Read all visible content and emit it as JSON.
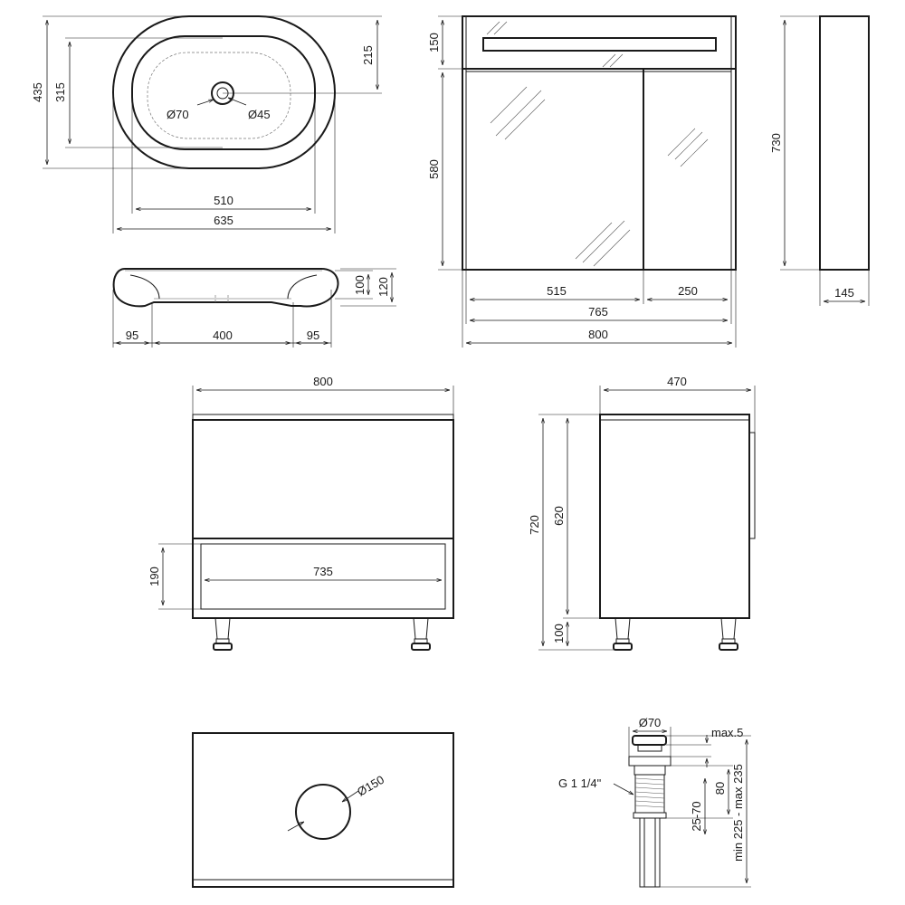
{
  "basin_top": {
    "outer_height": "435",
    "inner_height": "315",
    "half_height": "215",
    "inner_width": "510",
    "outer_width": "635",
    "overflow_diameter": "Ø70",
    "drain_diameter": "Ø45"
  },
  "basin_side": {
    "inner_height": "100",
    "outer_height": "120",
    "left_offset": "95",
    "base_width": "400",
    "right_offset": "95"
  },
  "mirror_cabinet": {
    "light_height": "150",
    "door_height": "580",
    "total_height": "730",
    "left_door": "515",
    "right_door": "250",
    "inner_width": "765",
    "total_width": "800",
    "depth": "145"
  },
  "vanity_front": {
    "width": "800",
    "shelf_height": "190",
    "shelf_width": "735"
  },
  "vanity_side": {
    "depth": "470",
    "total_height": "720",
    "body_height": "620",
    "leg_height": "100"
  },
  "countertop": {
    "hole_diameter": "Ø150"
  },
  "drain": {
    "cap_diameter": "Ø70",
    "max_gap": "max.5",
    "thread": "G 1 1/4\"",
    "height": "80",
    "range": "25-70",
    "length": "min 225 - max 235"
  }
}
